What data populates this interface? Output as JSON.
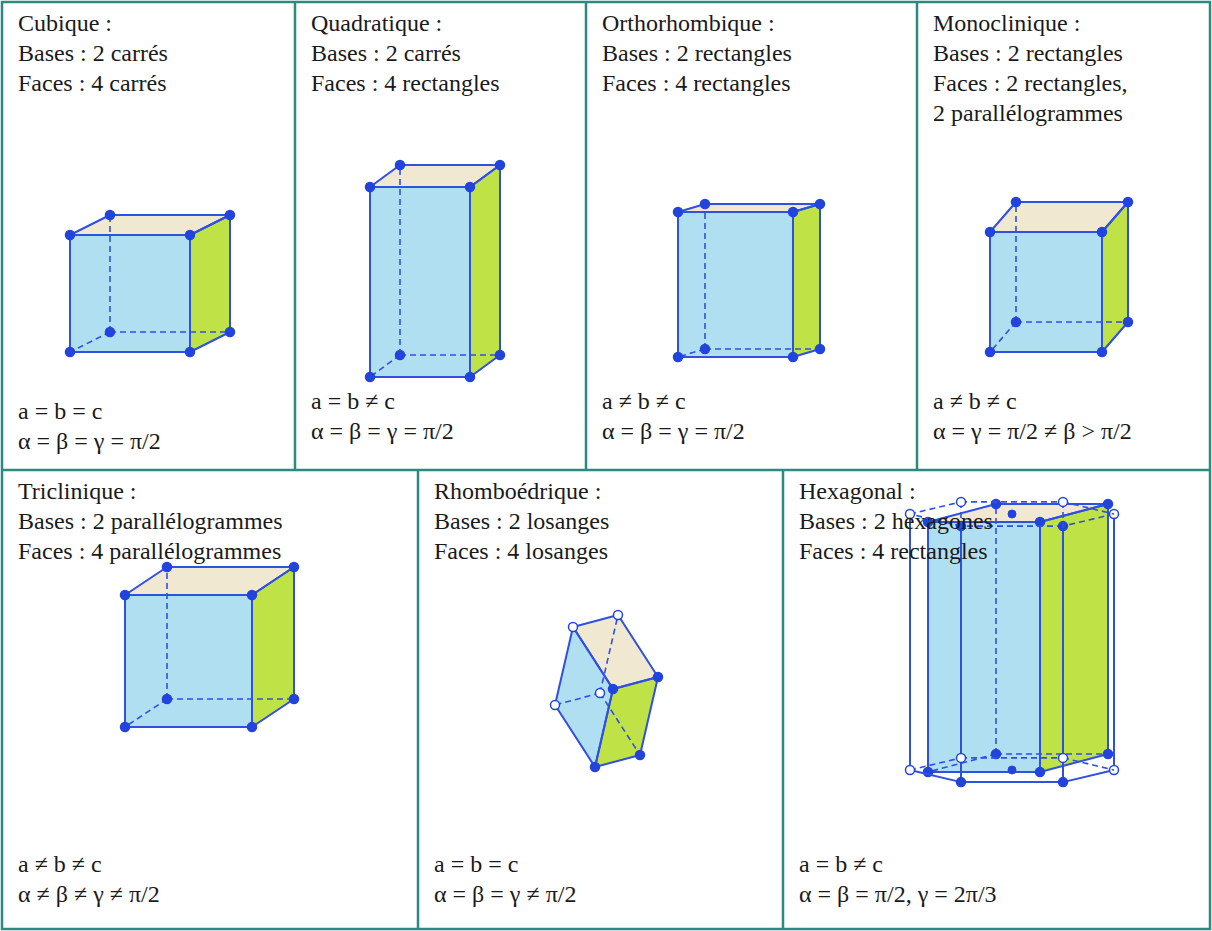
{
  "diagram": {
    "nodes": [
      {
        "text": [
          "Cubique :",
          "Bases : 2 carrés",
          "Faces : 4 carrés",
          "a = b = c",
          "α = β = γ = π/2"
        ]
      },
      {
        "text": [
          "Quadratique :",
          "Bases : 2 carrés",
          "Faces : 4 rectangles",
          "a = b ≠ c",
          "α = β = γ = π/2"
        ]
      },
      {
        "text": [
          "Orthorhombique :",
          "Bases : 2 rectangles",
          "Faces : 4 rectangles",
          "a ≠ b ≠ c",
          "α = β = γ = π/2"
        ]
      },
      {
        "text": [
          "Monoclinique :",
          "Bases : 2 rectangles",
          "Faces : 2 rectangles, 2 parallélogrammes",
          "a ≠ b ≠ c",
          "α = γ = π/2 ≠ β > π/2"
        ]
      },
      {
        "text": [
          "Triclinique :",
          "Bases : 2 parallélogrammes",
          "Faces : 4 parallélogrammes",
          "a ≠ b ≠ c",
          "α ≠ β ≠ γ ≠ π/2"
        ]
      },
      {
        "text": [
          "Rhomboédrique :",
          "Bases : 2 losanges",
          "Faces : 4 losanges",
          "a = b = c",
          "α = β = γ ≠ π/2"
        ]
      },
      {
        "text": [
          "Hexagonal :",
          "Bases : 2 hexagones",
          "Faces : 4 rectangles",
          "a = b ≠ c",
          "α = β = π/2, γ = 2π/3"
        ]
      }
    ]
  }
}
